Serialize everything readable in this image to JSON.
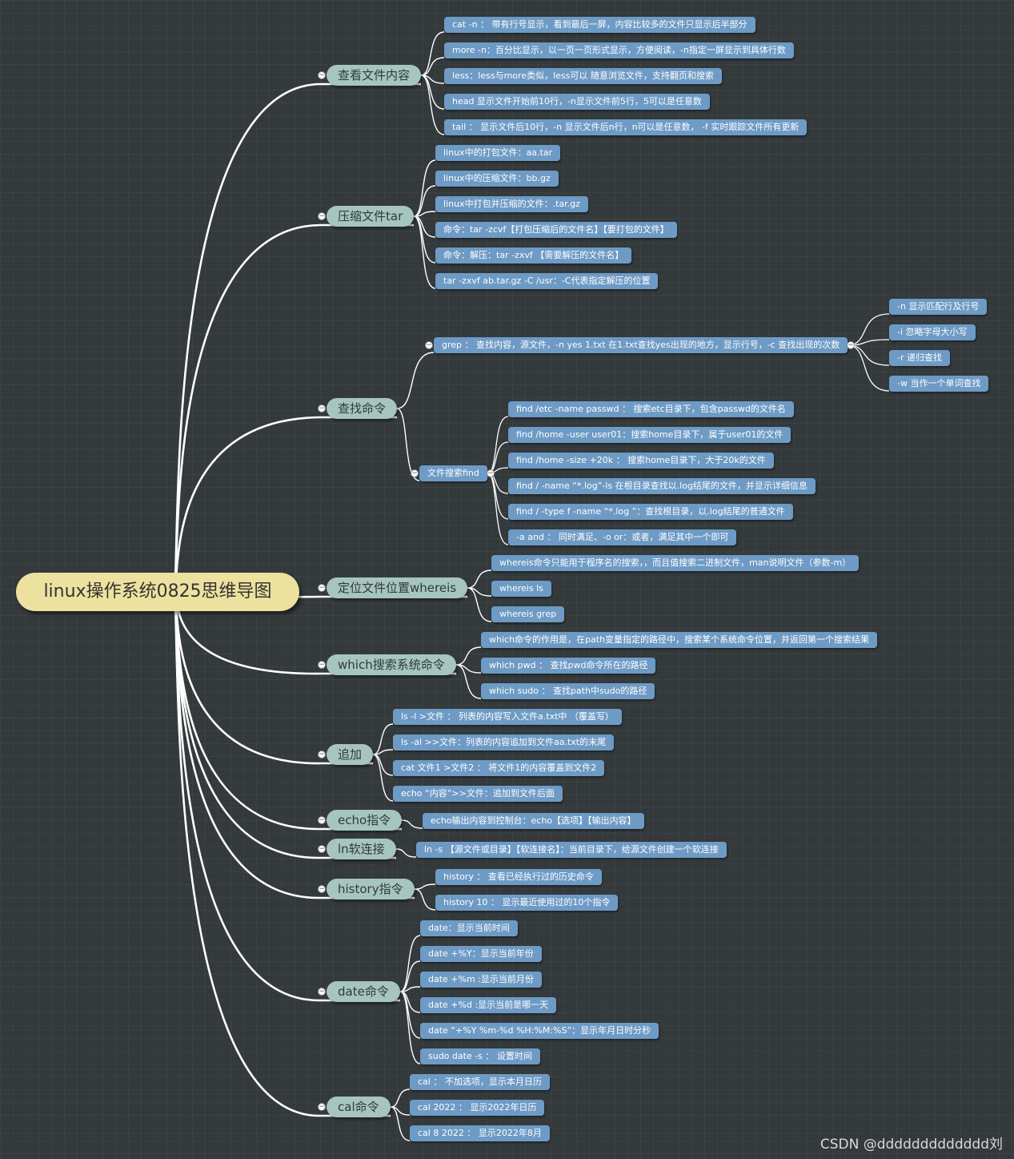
{
  "root": "linux操作系统0825思维导图",
  "branches": [
    {
      "label": "查看文件内容",
      "children": [
        {
          "label": "cat -n ： 带有行号显示，看到最后一屏，内容比较多的文件只显示后半部分"
        },
        {
          "label": "more -n：百分比显示，以一页一页形式显示，方便阅读，-n指定一屏显示到具体行数"
        },
        {
          "label": "less：less与more类似，less可以 随意浏览文件，支持翻页和搜索"
        },
        {
          "label": "head 显示文件开始前10行，-n显示文件前5行，5可以是任意数"
        },
        {
          "label": "tail ： 显示文件后10行，-n 显示文件后n行，n可以是任意数， -f 实时跟踪文件所有更新"
        }
      ]
    },
    {
      "label": "压缩文件tar",
      "children": [
        {
          "label": "linux中的打包文件：aa.tar"
        },
        {
          "label": "linux中的压缩文件：bb.gz"
        },
        {
          "label": "linux中打包并压缩的文件：.tar.gz"
        },
        {
          "label": "命令：tar -zcvf【打包压缩后的文件名】【要打包的文件】"
        },
        {
          "label": "命令：解压：tar -zxvf 【需要解压的文件名】"
        },
        {
          "label": "tar -zxvf ab.tar.gz -C /usr：-C代表指定解压的位置"
        }
      ]
    },
    {
      "label": "查找命令",
      "children": [
        {
          "label": "grep ： 查找内容，源文件，-n yes 1.txt 在1.txt查找yes出现的地方，显示行号，-c 查找出现的次数",
          "children": [
            {
              "label": "-n 显示匹配行及行号"
            },
            {
              "label": "-i 忽略字母大小写"
            },
            {
              "label": "-r 递归查找"
            },
            {
              "label": "-w 当作一个单词查找"
            }
          ]
        },
        {
          "label": "文件搜索find",
          "children": [
            {
              "label": "find /etc -name passwd ： 搜索etc目录下，包含passwd的文件名"
            },
            {
              "label": "find /home -user user01：搜索home目录下，属于user01的文件"
            },
            {
              "label": "find /home -size +20k ： 搜索home目录下，大于20k的文件"
            },
            {
              "label": "find / -name “*.log”-ls 在根目录查找以.log结尾的文件，并显示详细信息"
            },
            {
              "label": "find / -type f -name “*.log ”：查找根目录，以.log结尾的普通文件"
            },
            {
              "label": "-a and ： 同时满足、-o or：或者，满足其中一个即可"
            }
          ]
        }
      ]
    },
    {
      "label": "定位文件位置whereis",
      "children": [
        {
          "label": "whereis命令只能用于程序名的搜索，，而且值搜索二进制文件，man说明文件（参数-m）"
        },
        {
          "label": "whereis ls"
        },
        {
          "label": "whereis grep"
        }
      ]
    },
    {
      "label": "which搜索系统命令",
      "children": [
        {
          "label": "which命令的作用是，在path变量指定的路径中，搜索某个系统命令位置，并返回第一个搜索结果"
        },
        {
          "label": "which pwd ： 查找pwd命令所在的路径"
        },
        {
          "label": "which sudo ： 查找path中sudo的路径"
        }
      ]
    },
    {
      "label": "追加",
      "children": [
        {
          "label": "ls -l >文件 ： 列表的内容写入文件a.txt中 （覆盖写）"
        },
        {
          "label": "ls -al >>文件：列表的内容追加到文件aa.txt的末尾"
        },
        {
          "label": "cat 文件1 >文件2 ： 将文件1的内容覆盖到文件2"
        },
        {
          "label": "echo “内容”>>文件：追加到文件后面"
        }
      ]
    },
    {
      "label": "echo指令",
      "children": [
        {
          "label": "echo输出内容到控制台：echo【选项】【输出内容】"
        }
      ]
    },
    {
      "label": "ln软连接",
      "children": [
        {
          "label": "ln -s 【源文件或目录】【软连接名】：当前目录下，给源文件创建一个软连接"
        }
      ]
    },
    {
      "label": "history指令",
      "children": [
        {
          "label": "history ： 查看已经执行过的历史命令"
        },
        {
          "label": "history 10 ： 显示最近使用过的10个指令"
        }
      ]
    },
    {
      "label": "date命令",
      "children": [
        {
          "label": "date：显示当前时间"
        },
        {
          "label": "date +%Y：显示当前年份"
        },
        {
          "label": "date +%m :显示当前月份"
        },
        {
          "label": "date +%d :显示当前是哪一天"
        },
        {
          "label": "date “+%Y %m-%d %H:%M:%S”：显示年月日时分秒"
        },
        {
          "label": "sudo date -s ： 设置时间"
        }
      ]
    },
    {
      "label": "cal命令",
      "children": [
        {
          "label": "cal ： 不加选项，显示本月日历"
        },
        {
          "label": "cal 2022 ： 显示2022年日历"
        },
        {
          "label": "cal 8 2022 ： 显示2022年8月"
        }
      ]
    }
  ],
  "watermark": "CSDN @ddddddddddddd刘",
  "colors": {
    "background": "#343a3c",
    "root_fill": "#ece19e",
    "branch_fill": "#a6c5bd",
    "leaf_fill": "#6e9ac6",
    "connector": "#ffffff"
  }
}
